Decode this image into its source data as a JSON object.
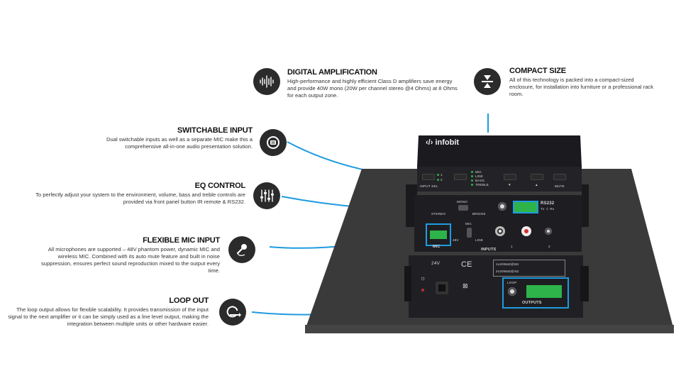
{
  "features": {
    "digital_amplification": {
      "title": "DIGITAL AMPLIFICATION",
      "desc": "High-performance and highly efficient Class D amplifiers save energy and provide 40W mono (20W per channel stereo @4 Ohms) at 8 Ohms for each output zone.",
      "icon": "waveform-icon"
    },
    "compact_size": {
      "title": "COMPACT SIZE",
      "desc": "All of this technology is packed into a compact-sized enclosure, for installation into furniture or a professional rack room.",
      "icon": "compress-icon"
    },
    "switchable_input": {
      "title": "SWITCHABLE INPUT",
      "desc": "Dual switchable inputs as well as a separate MIC make this a comprehensive all-in-one audio presentation solution.",
      "icon": "switch-icon"
    },
    "eq_control": {
      "title": "EQ CONTROL",
      "desc": "To perfectly adjust your system to the environment, volume, bass and treble controls are provided via front panel button IR remote & RS232.",
      "icon": "sliders-icon"
    },
    "flexible_mic_input": {
      "title": "FLEXIBLE MIC INPUT",
      "desc": "All microphones are supported – 48V phantom power, dynamic MIC and wireless MIC. Combined with its auto mute feature and built in noise suppression, ensures perfect sound reproduction mixed to the output every time.",
      "icon": "microphone-icon"
    },
    "loop_out": {
      "title": "LOOP OUT",
      "desc": "The loop output allows for flexible scalability. It provides transmission of the input signal to the next amplifier or it can be simply used as a line level output, making the integration between multiple units or other hardware easier.",
      "icon": "loop-icon"
    }
  },
  "device": {
    "brand": "infobit",
    "front": {
      "input_sel": "INPUT SEL",
      "in1": "1",
      "in2": "2",
      "mic": "MIC",
      "line": "LINE",
      "bass": "BASS",
      "treble": "TREBLE",
      "mute": "MUTE"
    },
    "rs232": "RS232",
    "txrx": "Tx ⏚ Rx",
    "mono": "MONO",
    "stereo": "STEREO",
    "bridge": "BRIDGE",
    "mic_label": "MIC",
    "v48": "48V",
    "mic_sw": "MIC",
    "line_sw": "LINE",
    "inputs": "INPUTS",
    "ch1": "1",
    "ch2": "2",
    "power": "24V",
    "ce": "CE",
    "spec1": "1x40Watt@8Ω",
    "spec2": "2x20Watt@4Ω",
    "loop": "LOOP",
    "outputs": "OUTPUTS",
    "accent": "#1e9be0"
  }
}
